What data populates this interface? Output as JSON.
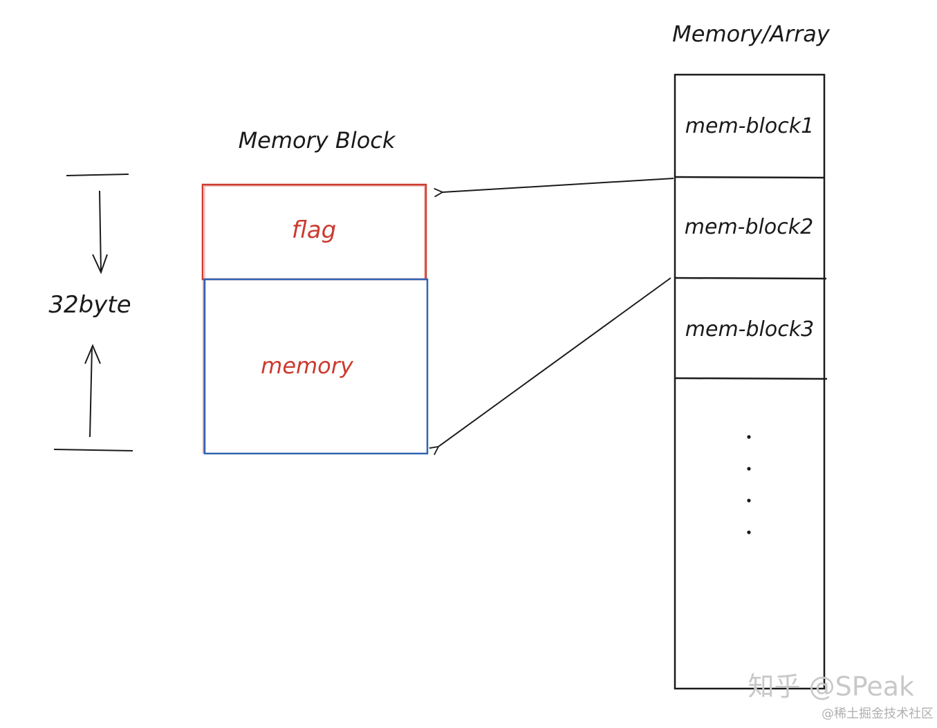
{
  "memory_block": {
    "title": "Memory Block",
    "flag_label": "flag",
    "memory_label": "memory",
    "flag_color": "#cc3a2f",
    "memory_border_color": "#2f63b3"
  },
  "size_indicator": {
    "label": "32byte"
  },
  "memory_array": {
    "title": "Memory/Array",
    "blocks": [
      "mem-block1",
      "mem-block2",
      "mem-block3"
    ],
    "ellipsis_dots": 4
  },
  "watermark": {
    "main": "知乎 @SPeak",
    "sub": "@稀土掘金技术社区"
  },
  "colors": {
    "ink": "#1a1a1a",
    "red": "#cc3a2f",
    "blue": "#2f63b3",
    "watermark": "#c8c8c8"
  }
}
